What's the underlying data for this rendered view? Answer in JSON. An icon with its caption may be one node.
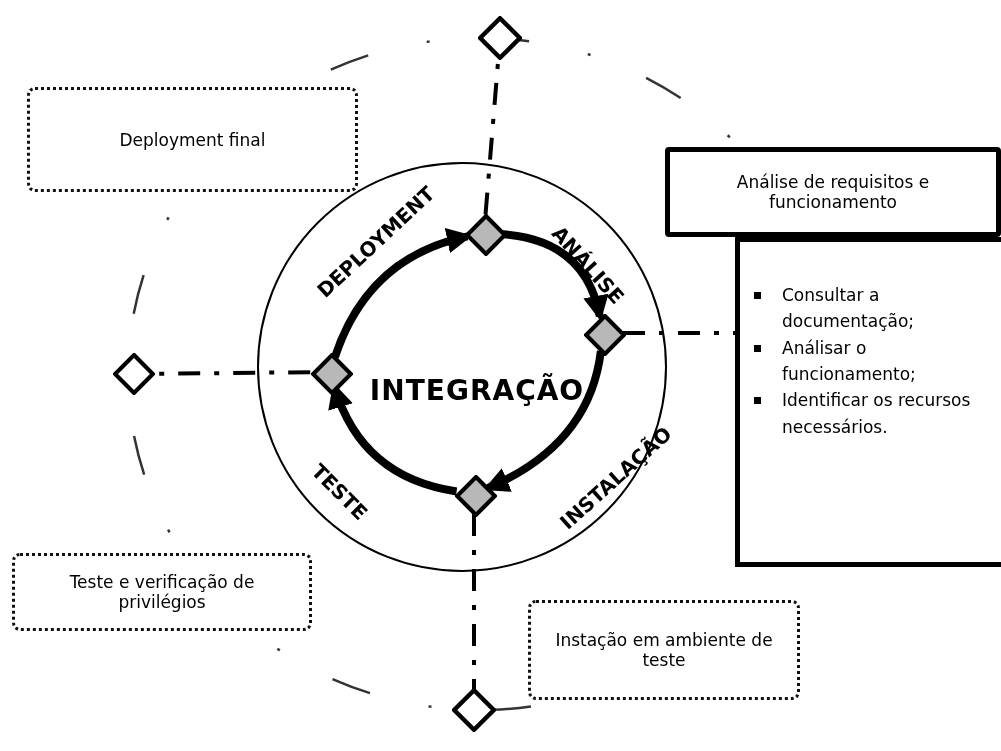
{
  "diagram": {
    "nodes": [
      {
        "text": [
          "Deployment final"
        ]
      },
      {
        "text": [
          "Análise de requisitos e funcionamento"
        ]
      },
      {
        "text": [
          "Consultar a documentação;",
          "Análisar o funcionamento;",
          "Identificar os recursos necessários."
        ]
      },
      {
        "text": [
          "Teste e verificação de privilégios"
        ]
      },
      {
        "text": [
          "Instação em ambiente de teste"
        ]
      },
      {
        "text": [
          "INTEGRAÇÃO"
        ]
      },
      {
        "text": [],
        "shape": "diamond"
      },
      {
        "text": [],
        "shape": "diamond",
        "in": 5
      },
      {
        "text": [],
        "shape": "diamond",
        "in": 5
      },
      {
        "text": [],
        "shape": "diamond",
        "in": 5
      },
      {
        "text": [],
        "shape": "diamond",
        "in": 5
      },
      {
        "text": [],
        "shape": "diamond"
      },
      {
        "text": [],
        "shape": "diamond"
      }
    ],
    "edges": [
      {
        "from": 7,
        "to": 8,
        "arrow": "to",
        "style": "thick"
      },
      {
        "from": 8,
        "to": 9,
        "arrow": "to",
        "style": "thick"
      },
      {
        "from": 9,
        "to": 10,
        "arrow": "to",
        "style": "thick"
      },
      {
        "from": 10,
        "to": 7,
        "arrow": "to",
        "style": "thick"
      },
      {
        "from": 7,
        "to": 6,
        "arrow": "none",
        "style": "dashed"
      },
      {
        "from": 8,
        "to": 2,
        "arrow": "none",
        "style": "dashed"
      },
      {
        "from": 10,
        "to": 11,
        "arrow": "none",
        "style": "dashed"
      },
      {
        "from": 9,
        "to": 12,
        "arrow": "none",
        "style": "dashed"
      }
    ],
    "labels": [
      "DEPLOYMENT",
      "ANÁLISE",
      "TESTE",
      "INSTALAÇÃO"
    ]
  }
}
